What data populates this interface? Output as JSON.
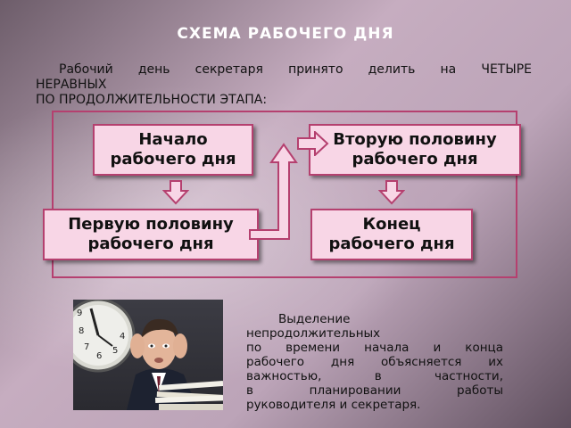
{
  "title": "СХЕМА РАБОЧЕГО ДНЯ",
  "intro": {
    "line1": "Рабочий день секретаря принято делить на ЧЕТЫРЕ",
    "line2": "НЕРАВНЫХ",
    "line3": "ПО ПРОДОЛЖИТЕЛЬНОСТИ ЭТАПА:"
  },
  "stages": {
    "start": [
      "Начало",
      "рабочего дня"
    ],
    "first_half": [
      "Первую половину",
      "рабочего дня"
    ],
    "second_half": [
      "Вторую половину",
      "рабочего дня"
    ],
    "end": [
      "Конец",
      "рабочего дня"
    ]
  },
  "side_text": [
    "Выделение",
    "непродолжительных",
    "по времени начала и конца",
    "рабочего дня объясняется их",
    "важностью, в частности,",
    "в планировании работы",
    "руководителя и секретаря."
  ],
  "colors": {
    "box_fill": "#f8d6e6",
    "box_border": "#b5406f",
    "frame_border": "#b5406f",
    "title": "#ffffff"
  },
  "image": {
    "icon": "stressed-man-with-clock-photo",
    "clock_numbers": [
      "9",
      "8",
      "7",
      "6",
      "4",
      "5"
    ]
  }
}
